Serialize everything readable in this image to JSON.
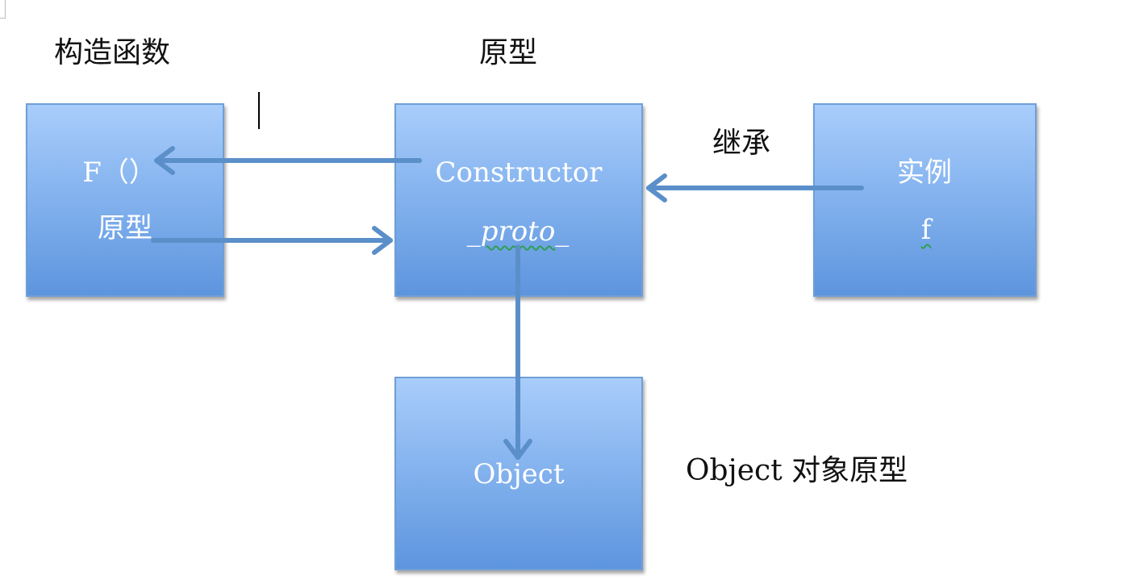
{
  "captions": {
    "constructor_heading": "构造函数",
    "prototype_heading": "原型",
    "inherit_label": "继承",
    "object_prototype_label": "Object 对象原型"
  },
  "boxes": {
    "constructor_box": {
      "line1": "F（）",
      "line2": "原型"
    },
    "prototype_box": {
      "line1": "Constructor",
      "proto_prefix": "_",
      "proto_word": "proto",
      "proto_suffix": "_"
    },
    "instance_box": {
      "line1": "实例",
      "line2": "f"
    },
    "object_box": {
      "line1": "Object"
    }
  },
  "colors": {
    "box_top": "#a9cdfb",
    "box_bottom": "#5d95de",
    "box_border": "#6f9fd6",
    "arrow": "#5b8fc9",
    "box_text": "#ffffff",
    "spellcheck_squiggle": "#2e9f52"
  }
}
